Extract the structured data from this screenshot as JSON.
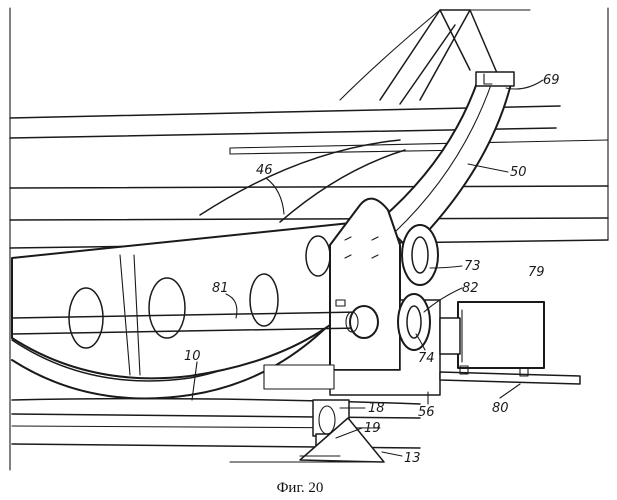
{
  "figure": {
    "caption": "Фиг. 20",
    "labels": {
      "l69": "69",
      "l50": "50",
      "l46": "46",
      "l73": "73",
      "l79": "79",
      "l81": "81",
      "l82": "82",
      "l74": "74",
      "l10": "10",
      "l18": "18",
      "l56": "56",
      "l80": "80",
      "l19": "19",
      "l13": "13"
    }
  }
}
